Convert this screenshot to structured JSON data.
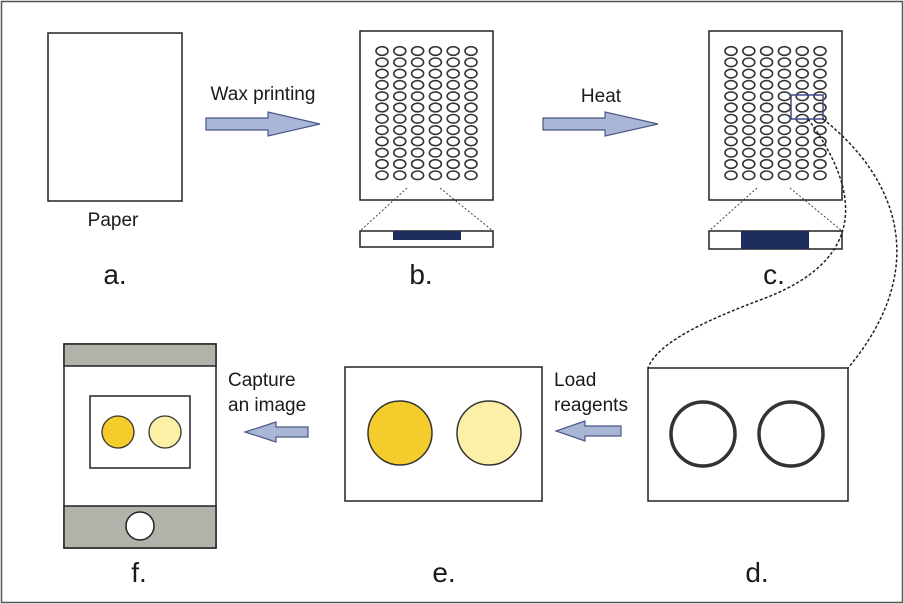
{
  "labels": {
    "paper": "Paper",
    "wax_printing": "Wax printing",
    "heat": "Heat",
    "load_reagents_1": "Load",
    "load_reagents_2": "reagents",
    "capture_1": "Capture",
    "capture_2": "an image"
  },
  "panels": {
    "a": "a.",
    "b": "b.",
    "c": "c.",
    "d": "d.",
    "e": "e.",
    "f": "f."
  },
  "colors": {
    "arrow_fill": "#a9b6d6",
    "arrow_stroke": "#4a5a88",
    "wax_band": "#1f2d5c",
    "reagent_dark": "#f4cc2b",
    "reagent_light": "#fbf0a6",
    "phone_gray": "#b2b1aa",
    "highlight_box": "#3d4a8f"
  }
}
